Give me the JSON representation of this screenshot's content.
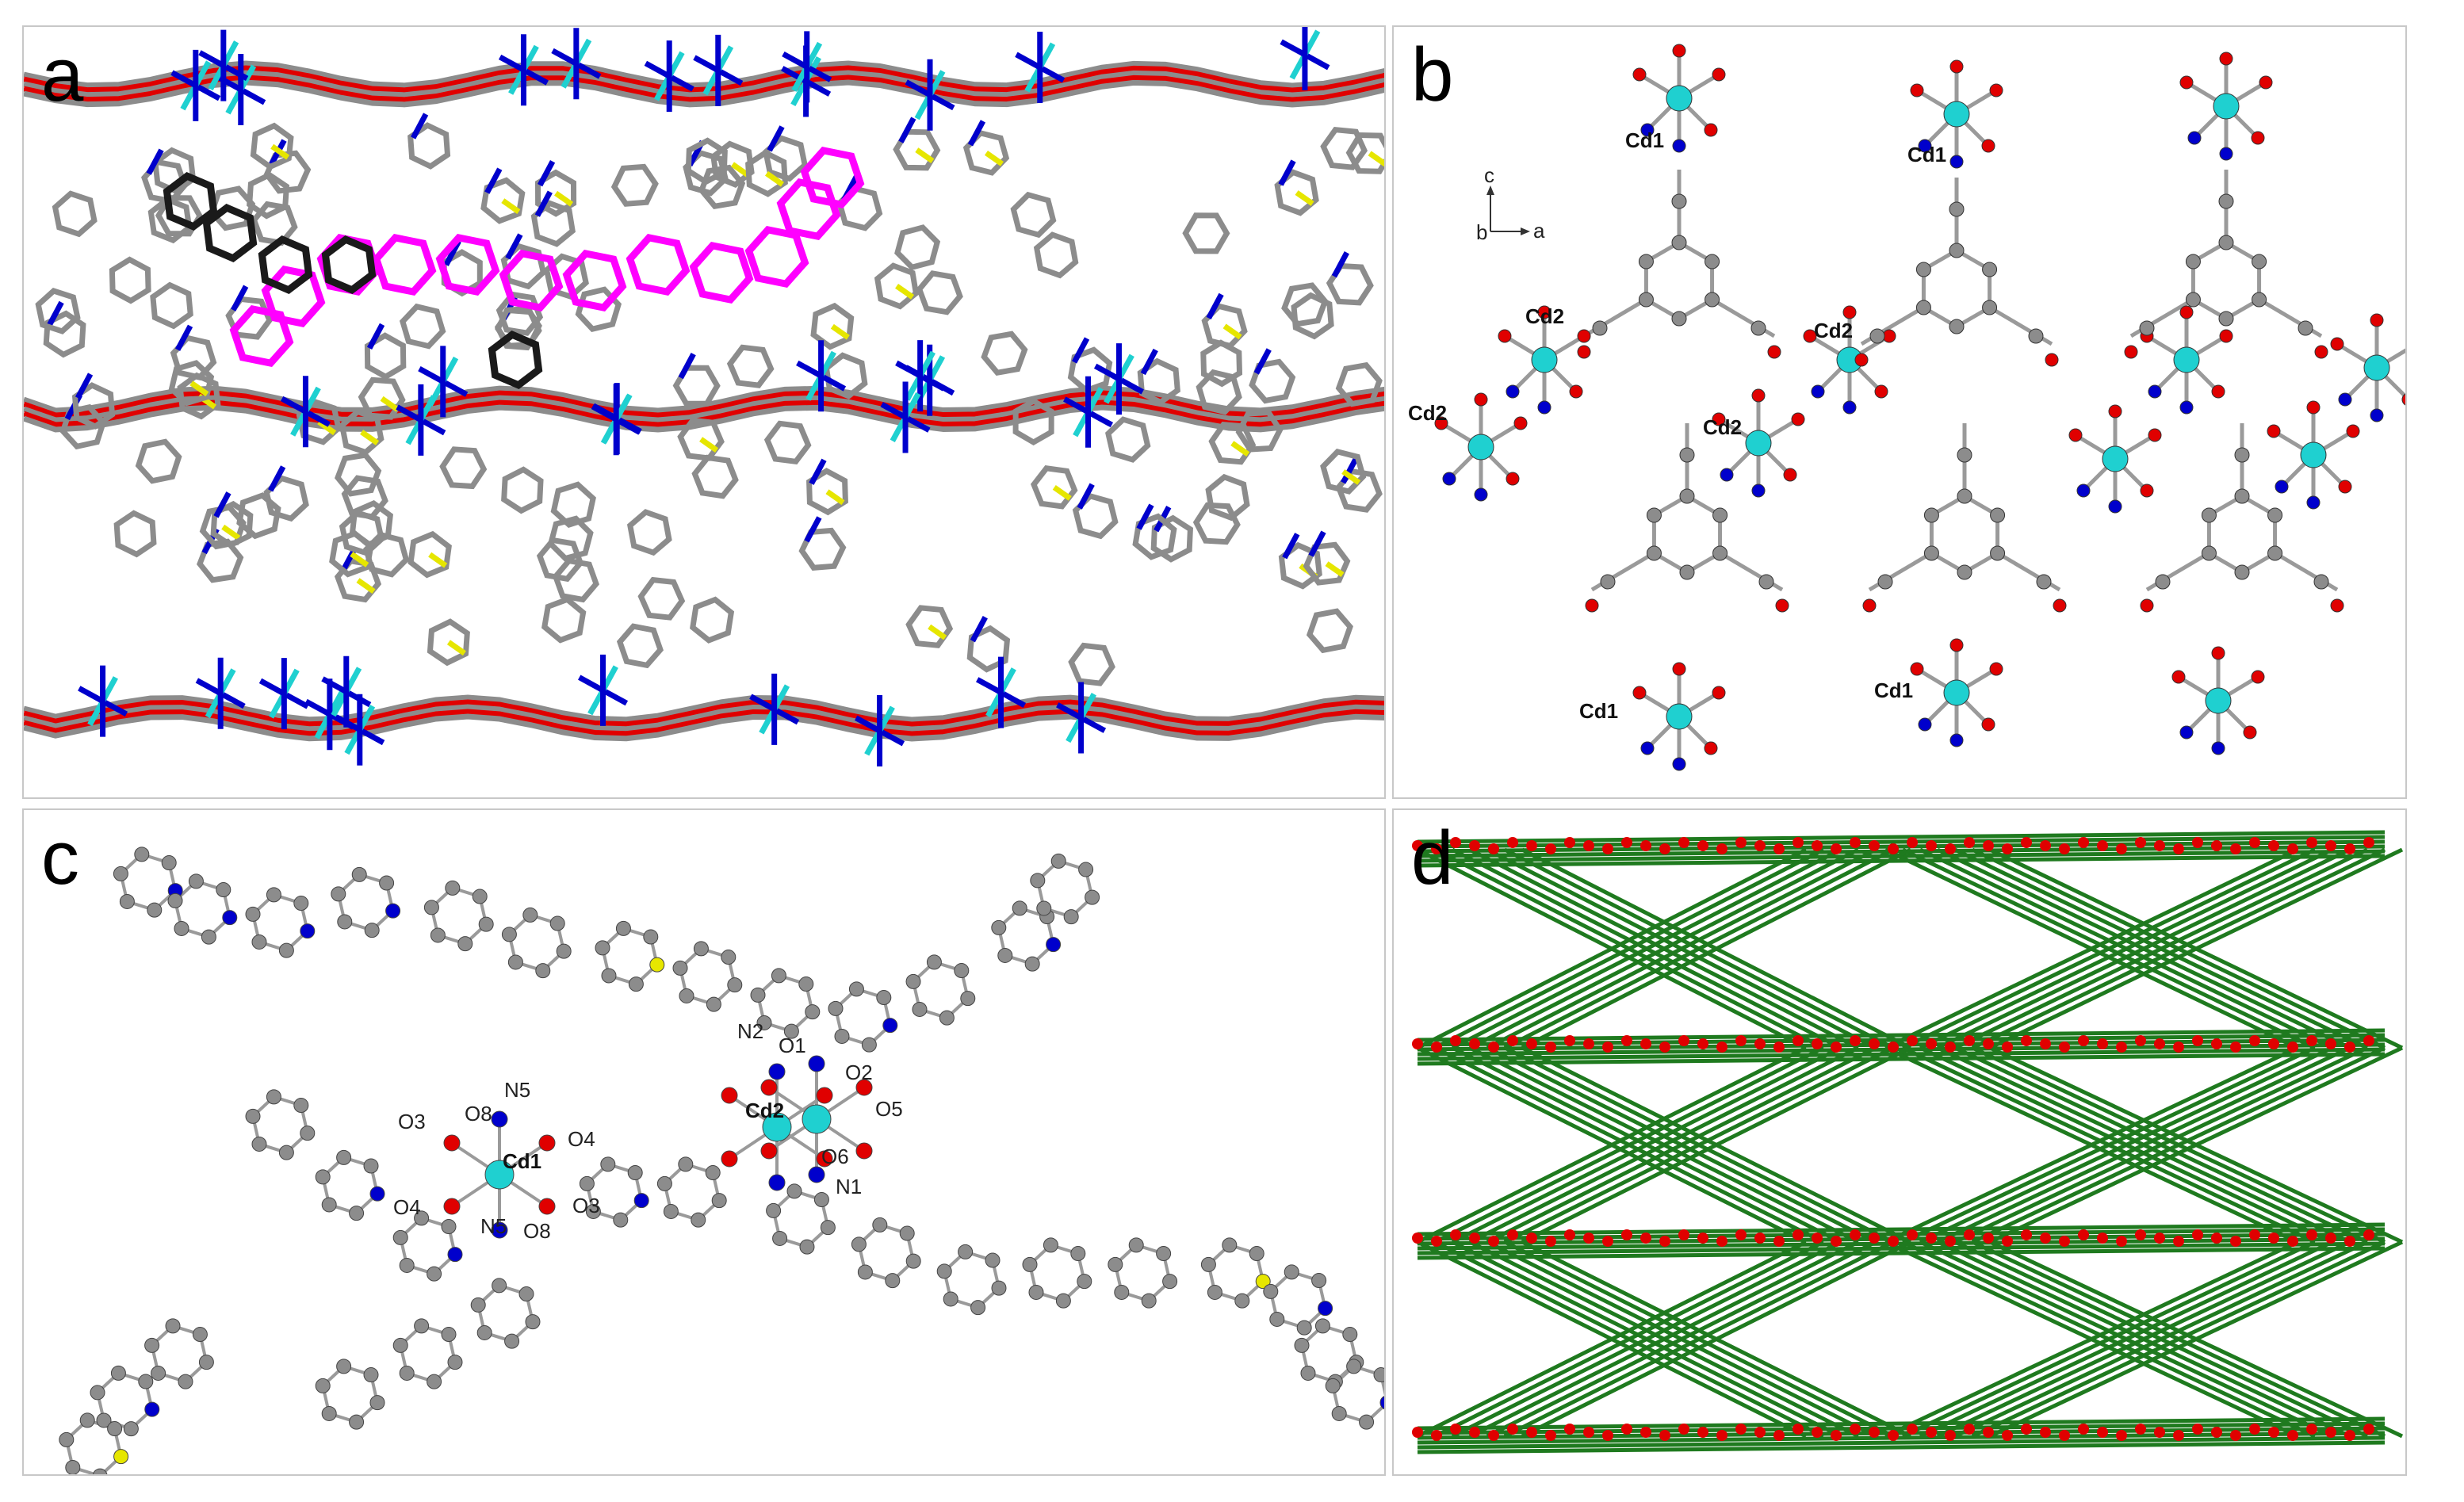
{
  "panels": {
    "a": {
      "label": "a"
    },
    "b": {
      "label": "b",
      "cd1": "Cd1",
      "cd2": "Cd2",
      "axis": {
        "c": "c",
        "b": "b",
        "a": "a"
      }
    },
    "c": {
      "label": "c",
      "atoms": {
        "cd1": "Cd1",
        "cd2": "Cd2",
        "o1": "O1",
        "o2": "O2",
        "o3": "O3",
        "o4": "O4",
        "o5": "O5",
        "o6": "O6",
        "o8": "O8",
        "n1": "N1",
        "n2": "N2",
        "n5": "N5"
      }
    },
    "d": {
      "label": "d"
    }
  },
  "colors": {
    "carbon": "#8c8c8c",
    "oxygen": "#e00000",
    "nitrogen": "#0000cc",
    "cadmium": "#1fd0d0",
    "sulfur": "#e6e600",
    "highlight_pink": "#ff00ff",
    "highlight_black": "#1a1a1a",
    "network_green": "#1f7a1f"
  }
}
